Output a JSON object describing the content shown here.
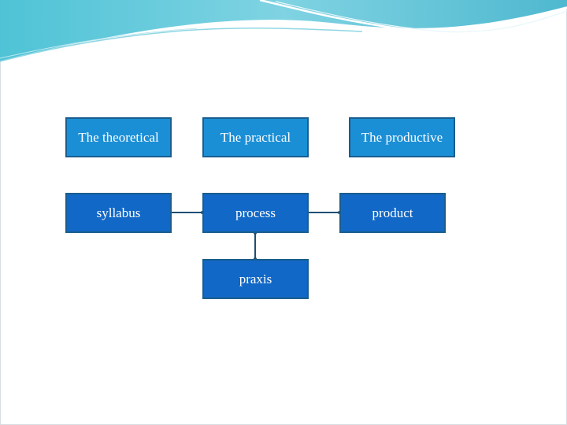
{
  "diagram": {
    "nodes": {
      "theoretical": "The theoretical",
      "practical": "The practical",
      "productive": "The productive",
      "syllabus": "syllabus",
      "process": "process",
      "product": "product",
      "praxis": "praxis"
    },
    "edges": [
      {
        "from": "syllabus",
        "to": "process"
      },
      {
        "from": "process",
        "to": "product"
      },
      {
        "from": "process",
        "to": "praxis"
      }
    ]
  },
  "colors": {
    "header_teal": "#3fb3c9",
    "box_light": "#1b8fd6",
    "box_dark": "#1168c6",
    "box_border": "#1a5d8e",
    "connector": "#1f4f73"
  }
}
